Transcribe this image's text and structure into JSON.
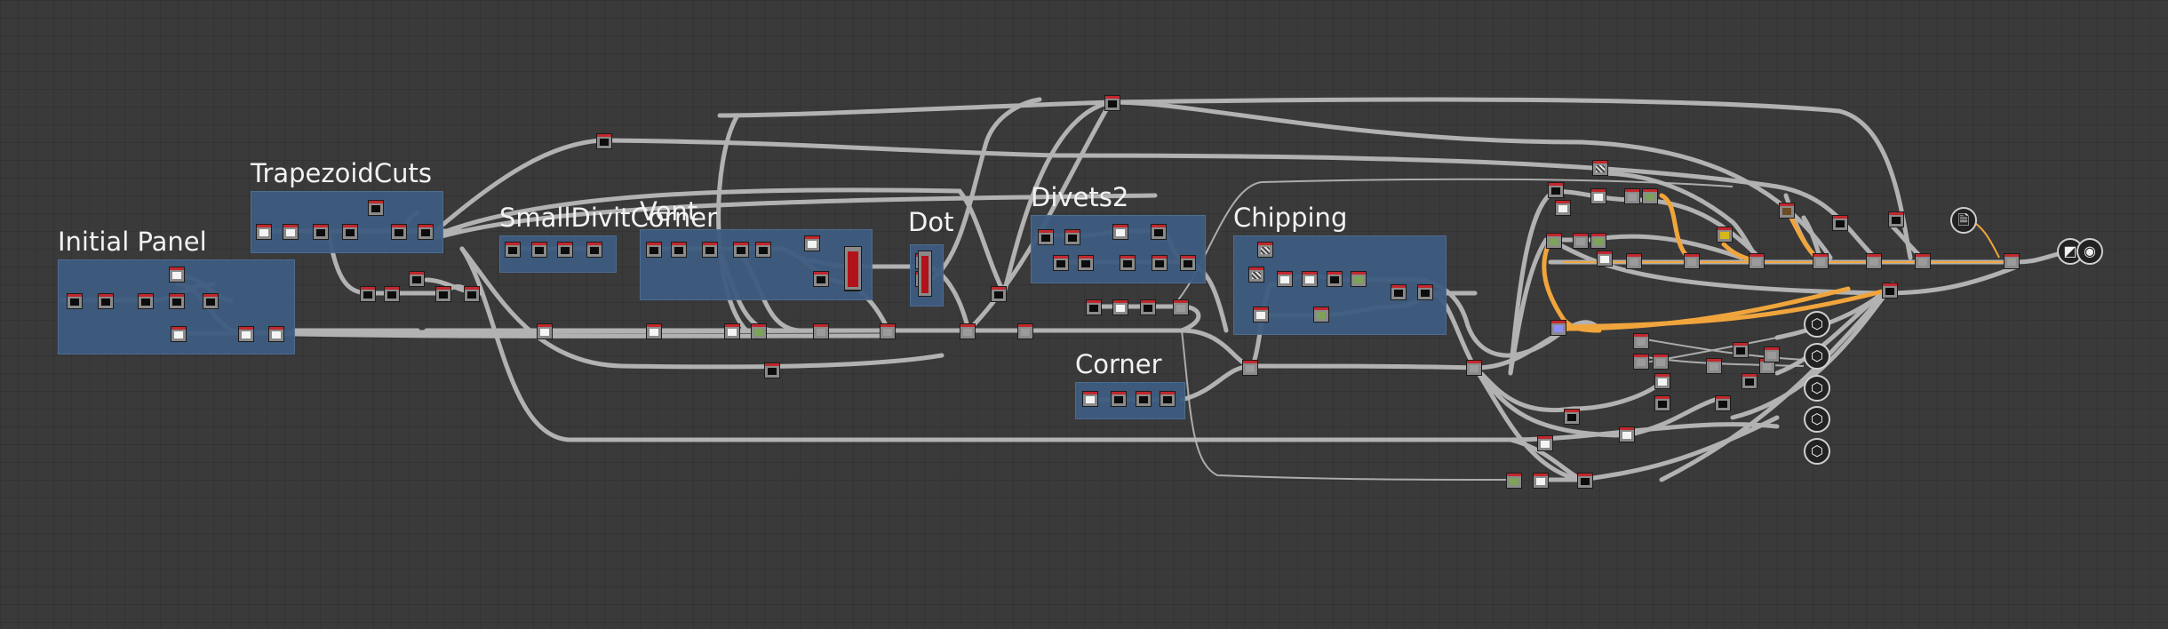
{
  "frames": [
    {
      "title": "Initial Panel"
    },
    {
      "title": "TrapezoidCuts"
    },
    {
      "title": "SmallDivitCorner"
    },
    {
      "title": "Vent"
    },
    {
      "title": "Dot"
    },
    {
      "title": "Divets2"
    },
    {
      "title": "Chipping"
    },
    {
      "title": "Corner"
    }
  ],
  "icons": {
    "output": "cube-icon",
    "document": "document-icon",
    "material": "checker-sphere-icon"
  },
  "colors": {
    "background": "#3a3a3a",
    "frame": "#3e5b7f",
    "link": "#b9b9b9",
    "link_highlight": "#f0a53c",
    "node_header": "#c0282e"
  }
}
